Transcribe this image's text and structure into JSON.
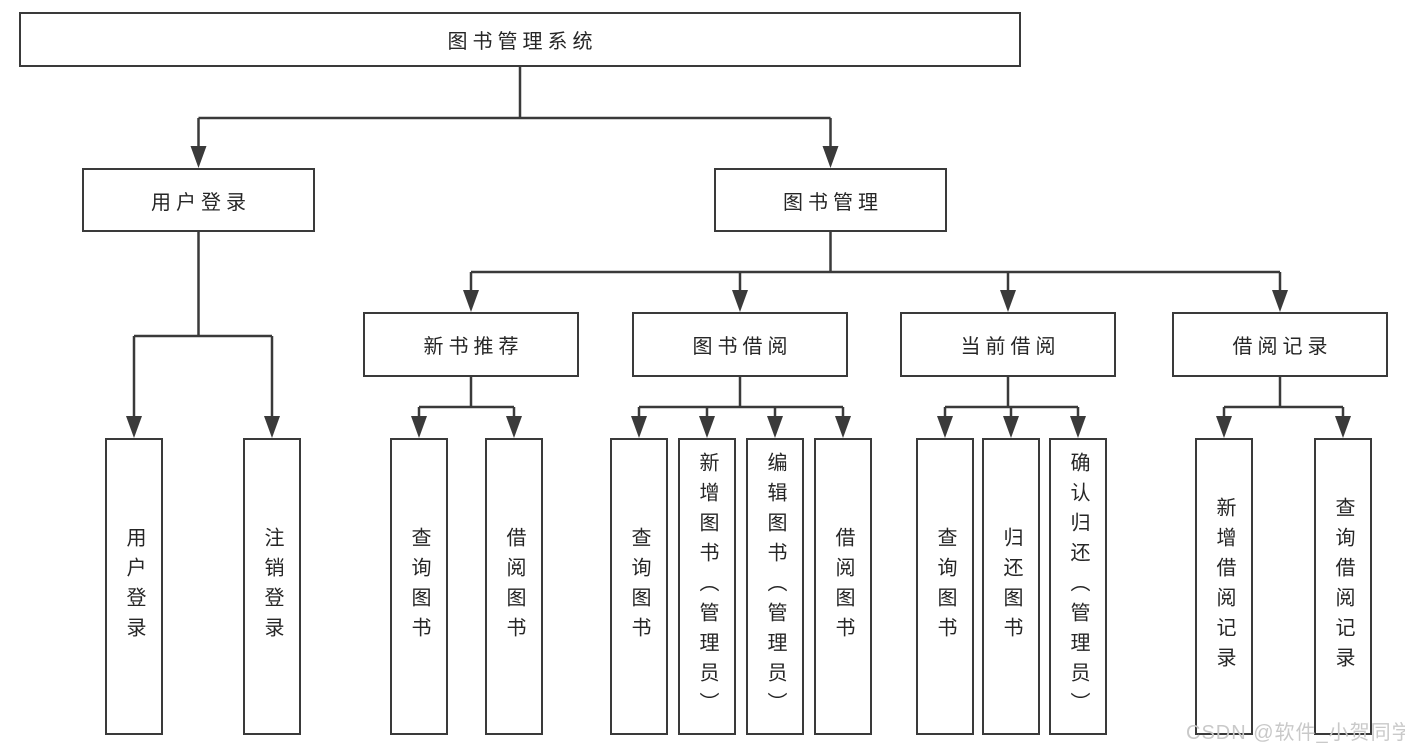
{
  "diagram": {
    "root": {
      "label": "图书管理系统"
    },
    "level2": [
      {
        "label": "用户登录",
        "children": [
          {
            "label": "用户登录"
          },
          {
            "label": "注销登录"
          }
        ]
      },
      {
        "label": "图书管理",
        "children": [
          {
            "label": "新书推荐",
            "children": [
              {
                "label": "查询图书"
              },
              {
                "label": "借阅图书"
              }
            ]
          },
          {
            "label": "图书借阅",
            "children": [
              {
                "label": "查询图书"
              },
              {
                "label": "新增图书（管理员）"
              },
              {
                "label": "编辑图书（管理员）"
              },
              {
                "label": "借阅图书"
              }
            ]
          },
          {
            "label": "当前借阅",
            "children": [
              {
                "label": "查询图书"
              },
              {
                "label": "归还图书"
              },
              {
                "label": "确认归还（管理员）"
              }
            ]
          },
          {
            "label": "借阅记录",
            "children": [
              {
                "label": "新增借阅记录"
              },
              {
                "label": "查询借阅记录"
              }
            ]
          }
        ]
      }
    ]
  },
  "watermark": {
    "text": "CSDN @软件_小贺同学"
  },
  "colors": {
    "line": "#3a3a3a",
    "box_border": "#3a3a3a",
    "text": "#262626",
    "watermark": "#c9c9c9",
    "background": "#ffffff"
  }
}
